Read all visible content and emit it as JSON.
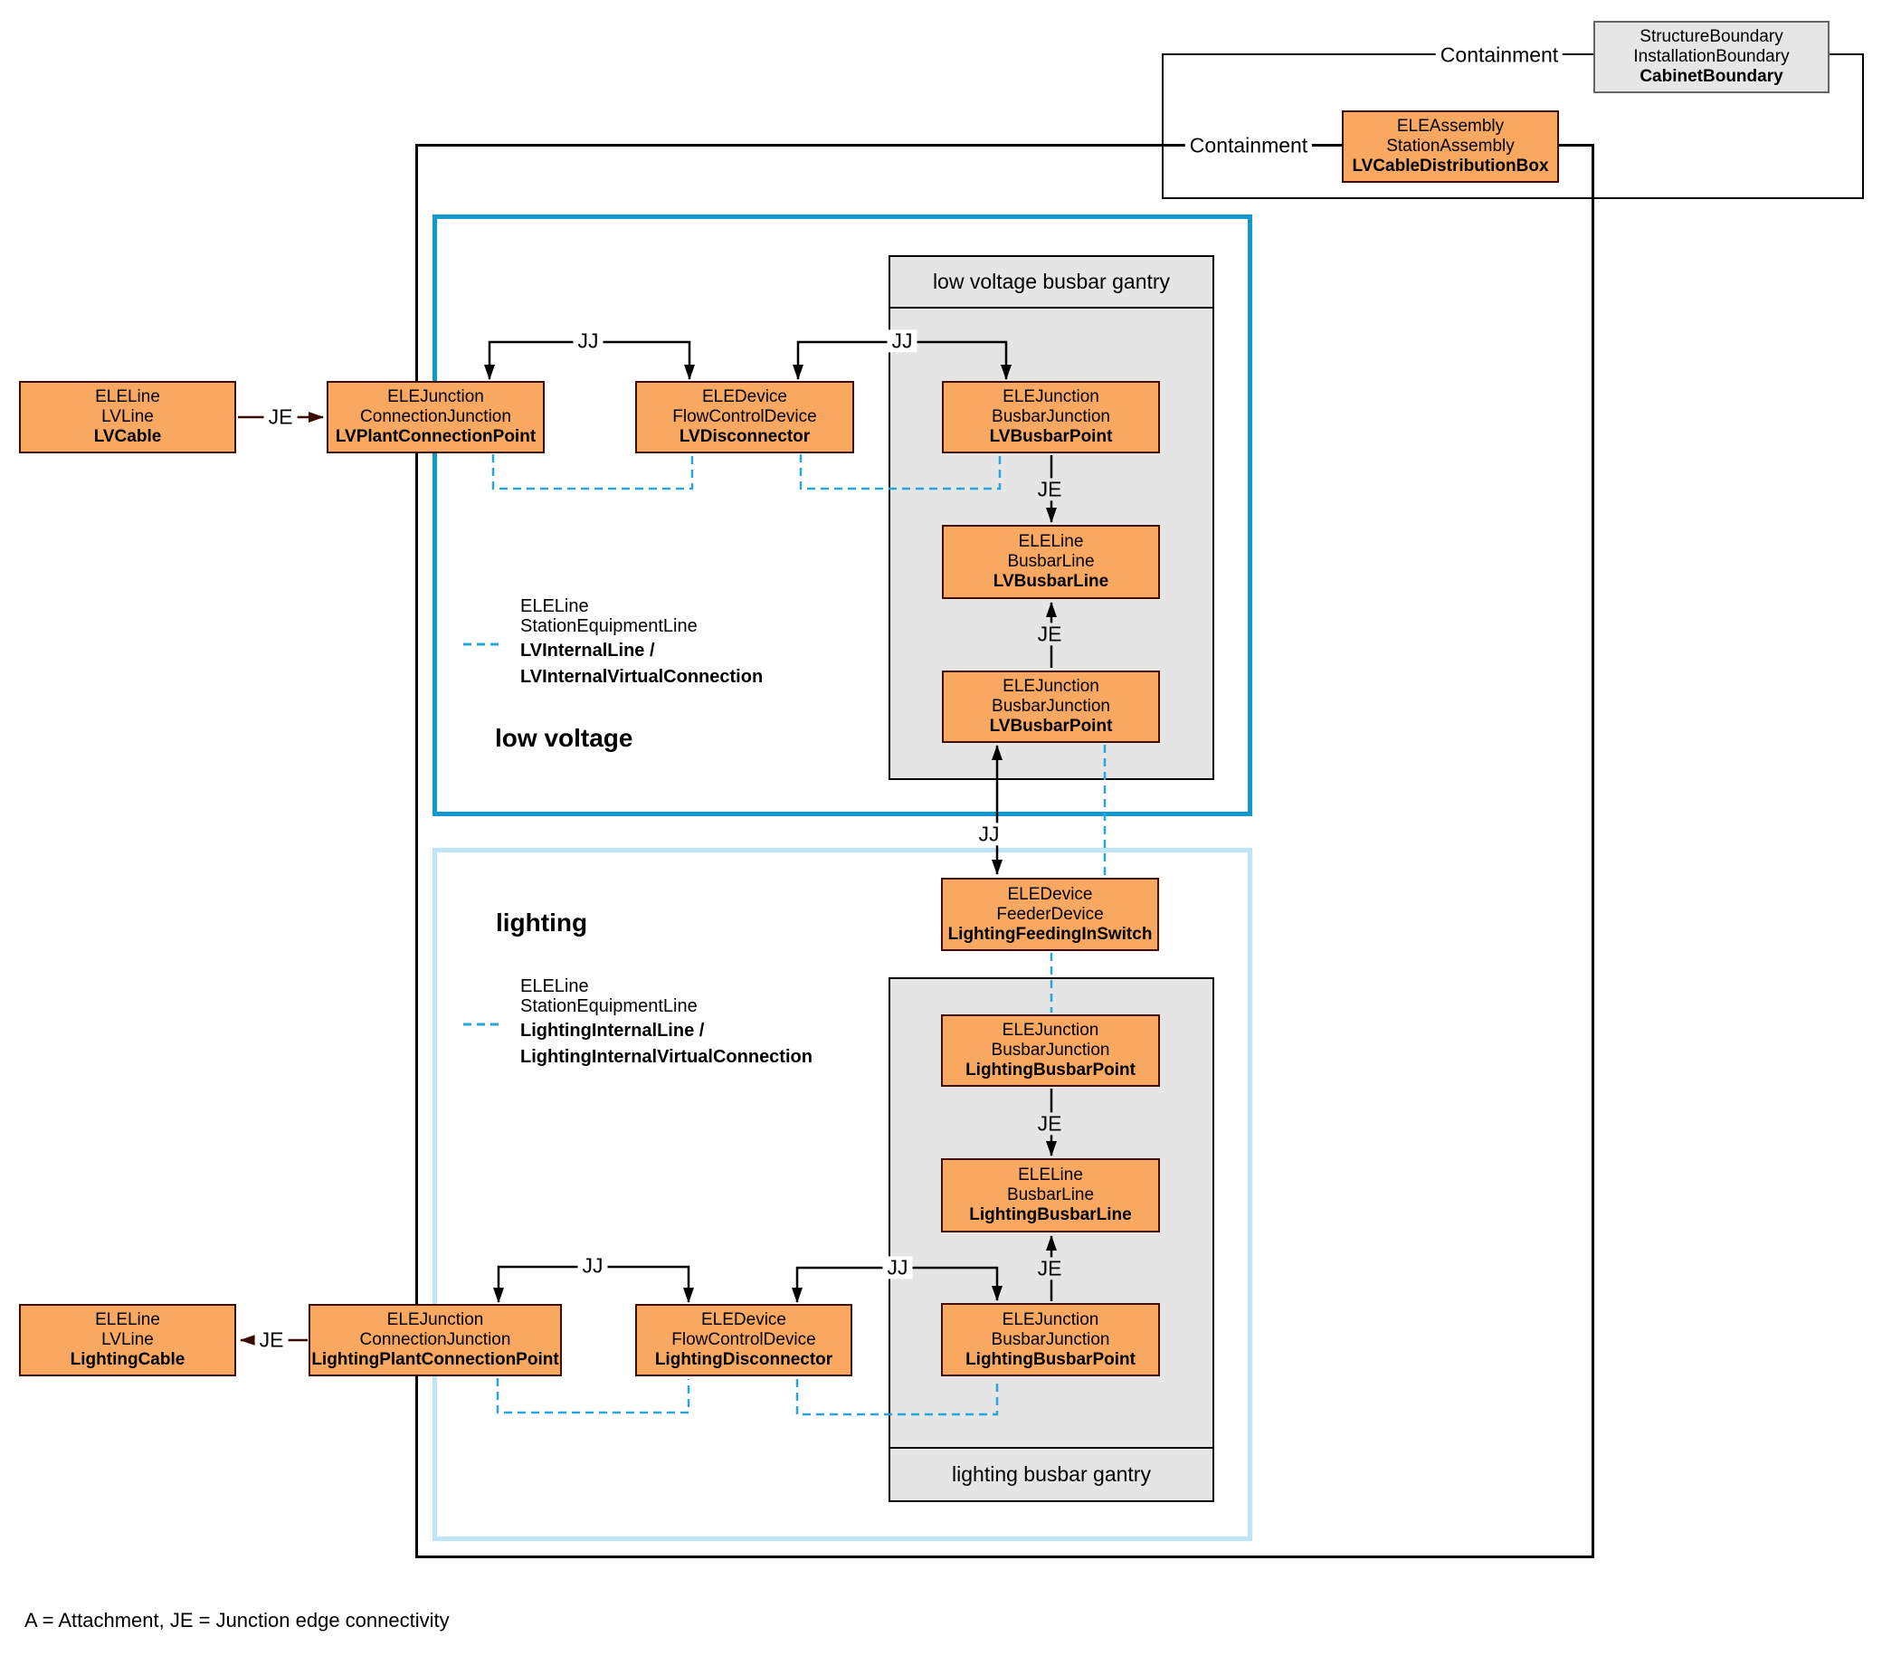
{
  "legend": "A = Attachment,  JE = Junction edge connectivity",
  "labels": {
    "containment": "Containment",
    "jj": "JJ",
    "je": "JE"
  },
  "sections": {
    "low_voltage": "low voltage",
    "lighting": "lighting"
  },
  "gantries": {
    "lv": "low voltage busbar gantry",
    "lighting": "lighting busbar gantry"
  },
  "notes": {
    "lv": {
      "l1": "ELELine",
      "l2": "StationEquipmentLine",
      "l3": "LVInternalLine  /",
      "l4": "LVInternalVirtualConnection"
    },
    "lighting": {
      "l1": "ELELine",
      "l2": "StationEquipmentLine",
      "l3": "LightingInternalLine /",
      "l4": "LightingInternalVirtualConnection"
    }
  },
  "nodes": {
    "cabinetBoundary": [
      "StructureBoundary",
      "InstallationBoundary",
      "CabinetBoundary"
    ],
    "cableDistributionBox": [
      "ELEAssembly",
      "StationAssembly",
      "LVCableDistributionBox"
    ],
    "lvCable": [
      "ELELine",
      "LVLine",
      "LVCable"
    ],
    "lvPlantConnectionPoint": [
      "ELEJunction",
      "ConnectionJunction",
      "LVPlantConnectionPoint"
    ],
    "lvDisconnector": [
      "ELEDevice",
      "FlowControlDevice",
      "LVDisconnector"
    ],
    "lvBusbarPointTop": [
      "ELEJunction",
      "BusbarJunction",
      "LVBusbarPoint"
    ],
    "lvBusbarLine": [
      "ELELine",
      "BusbarLine",
      "LVBusbarLine"
    ],
    "lvBusbarPointBottom": [
      "ELEJunction",
      "BusbarJunction",
      "LVBusbarPoint"
    ],
    "lightingFeedingInSwitch": [
      "ELEDevice",
      "FeederDevice",
      "LightingFeedingInSwitch"
    ],
    "lightingBusbarPointTop": [
      "ELEJunction",
      "BusbarJunction",
      "LightingBusbarPoint"
    ],
    "lightingBusbarLine": [
      "ELELine",
      "BusbarLine",
      "LightingBusbarLine"
    ],
    "lightingBusbarPointBottom": [
      "ELEJunction",
      "BusbarJunction",
      "LightingBusbarPoint"
    ],
    "lightingCable": [
      "ELELine",
      "LVLine",
      "LightingCable"
    ],
    "lightingPlantConnectionPoint": [
      "ELEJunction",
      "ConnectionJunction",
      "LightingPlantConnectionPoint"
    ],
    "lightingDisconnector": [
      "ELEDevice",
      "FlowControlDevice",
      "LightingDisconnector"
    ]
  },
  "colors": {
    "node_fill": "#F9A861",
    "node_stroke": "#400D00",
    "frame_black": "#000000",
    "lv_frame": "#1297CE",
    "lighting_frame": "#BEE5F8",
    "dashed_link": "#2AA4DC",
    "gantry_fill": "#E5E5E5",
    "boundary_fill": "#E6E6E6",
    "boundary_stroke": "#666666",
    "je_cable_link": "#3B0A00"
  }
}
